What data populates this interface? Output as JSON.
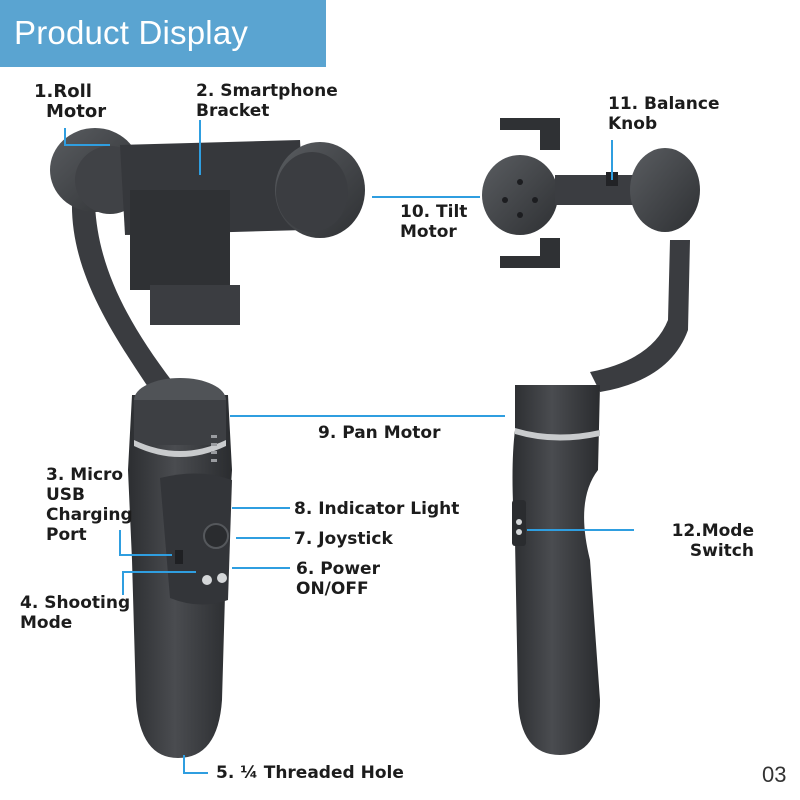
{
  "header": {
    "title": "Product Display",
    "color": "#5aa4d1"
  },
  "leader_color": "#2f9ee0",
  "device_color": "#3e4043",
  "labels": {
    "roll_motor": [
      "1.Roll",
      "Motor"
    ],
    "phone_bracket": [
      "2. Smartphone",
      "Bracket"
    ],
    "micro_usb": [
      "3. Micro",
      "USB",
      "Charging",
      "Port"
    ],
    "shooting_mode": [
      "4. Shooting",
      "Mode"
    ],
    "threaded_hole": [
      "5. ¼ Threaded Hole"
    ],
    "power": [
      "6. Power",
      "ON/OFF"
    ],
    "joystick": [
      "7. Joystick"
    ],
    "indicator_light": [
      "8. Indicator Light"
    ],
    "pan_motor": [
      "9. Pan Motor"
    ],
    "tilt_motor": [
      "10. Tilt",
      "Motor"
    ],
    "balance_knob": [
      "11. Balance",
      "Knob"
    ],
    "mode_switch": [
      "12.Mode",
      "Switch"
    ]
  },
  "page_number": "03"
}
